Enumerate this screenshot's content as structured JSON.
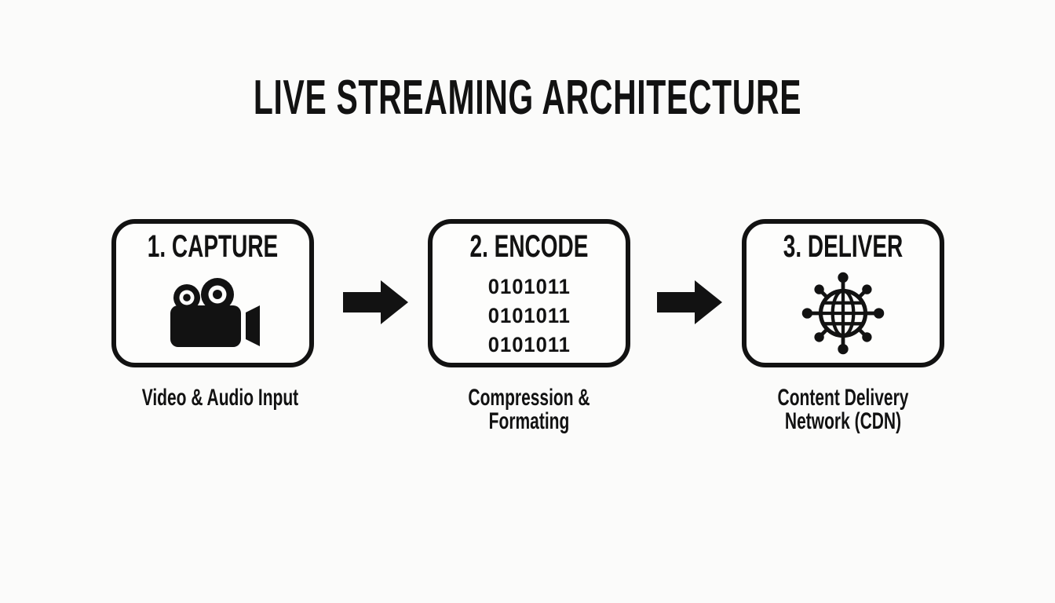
{
  "colors": {
    "background": "#fbfbfa",
    "ink": "#121212"
  },
  "title": "LIVE STREAMING ARCHITECTURE",
  "stages": [
    {
      "heading": "1. CAPTURE",
      "icon": "video-camera-icon",
      "caption_lines": [
        "Video & Audio Input"
      ]
    },
    {
      "heading": "2. ENCODE",
      "icon": "binary-code-icon",
      "binary_rows": [
        "0101011",
        "0101011",
        "0101011"
      ],
      "caption_lines": [
        "Compression &",
        "Formating"
      ]
    },
    {
      "heading": "3. DELIVER",
      "icon": "cdn-globe-icon",
      "caption_lines": [
        "Content Delivery",
        "Network (CDN)"
      ]
    }
  ]
}
